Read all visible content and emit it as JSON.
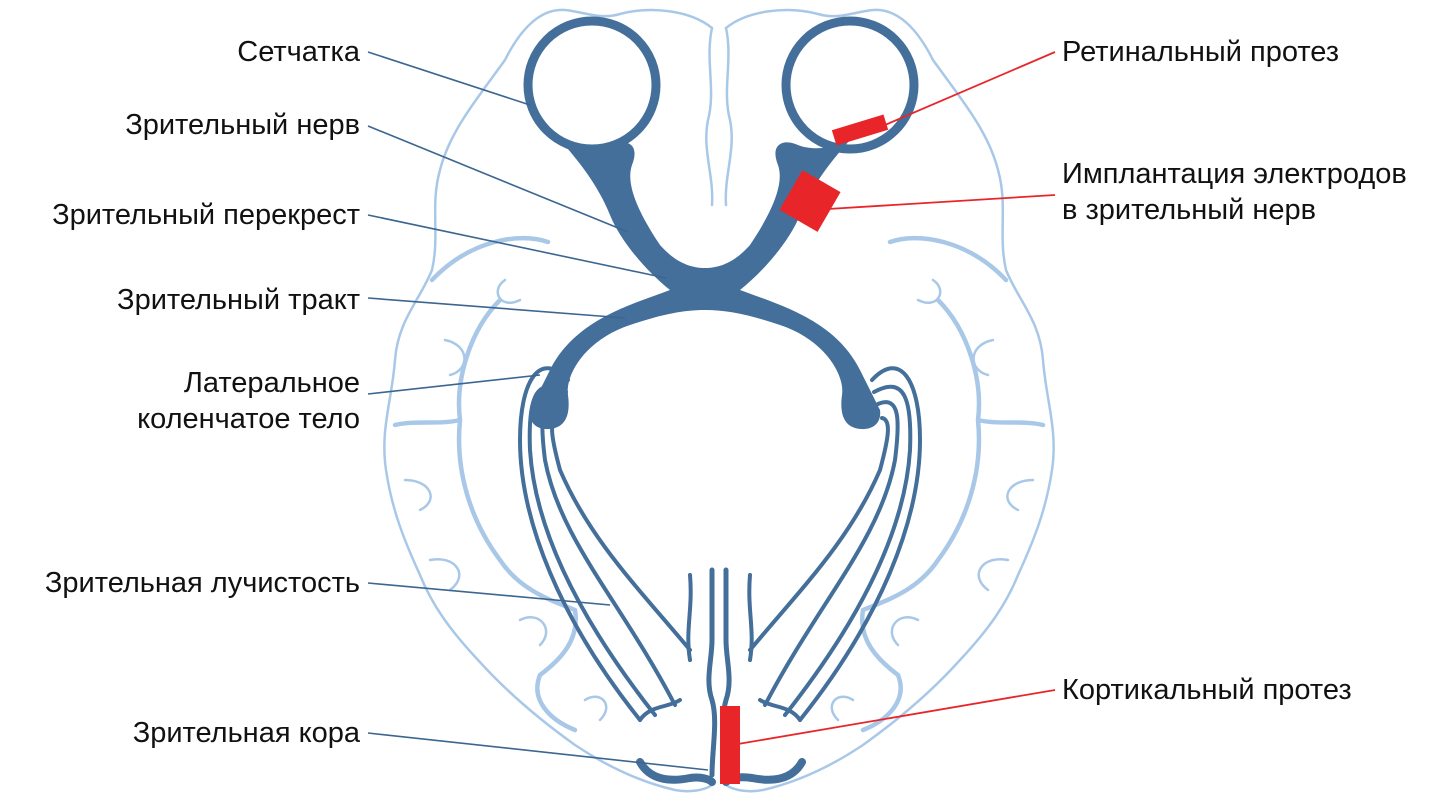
{
  "labels_left": {
    "retina": "Сетчатка",
    "optic_nerve": "Зрительный нерв",
    "optic_chiasm": "Зрительный перекрест",
    "optic_tract": "Зрительный тракт",
    "lgn_line1": "Латеральное",
    "lgn_line2": "коленчатое тело",
    "optic_radiation": "Зрительная лучистость",
    "visual_cortex": "Зрительная кора"
  },
  "labels_right": {
    "retinal_prosthesis": "Ретинальный протез",
    "nerve_implant_line1": "Имплантация электродов",
    "nerve_implant_line2": "в зрительный нерв",
    "cortical_prosthesis": "Кортикальный протез"
  },
  "colors": {
    "pathway": "#436f9a",
    "brain_outline": "#a9c8e8",
    "implant": "#e8262a",
    "text": "#111111"
  }
}
